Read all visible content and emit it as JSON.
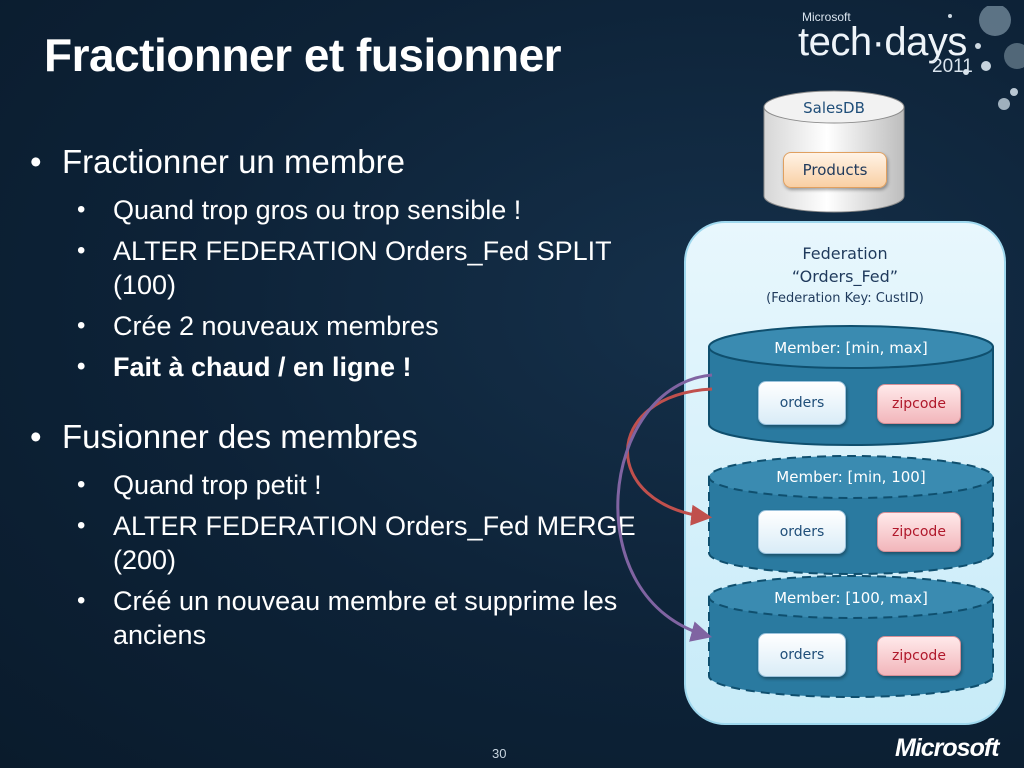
{
  "slide": {
    "title": "Fractionner et fusionner",
    "page_number": "30",
    "footer_logo": "Microsoft"
  },
  "logo": {
    "brand": "Microsoft",
    "word": "tech·days",
    "year": "2011"
  },
  "bullets": {
    "split": {
      "heading": "Fractionner un membre",
      "items": [
        "Quand trop gros ou trop sensible !",
        "ALTER FEDERATION Orders_Fed SPLIT (100)",
        "Crée 2 nouveaux membres",
        "Fait à chaud / en ligne !"
      ]
    },
    "merge": {
      "heading": "Fusionner des membres",
      "items": [
        "Quand trop petit !",
        "ALTER FEDERATION Orders_Fed MERGE (200)",
        "Créé un nouveau membre et supprime les anciens"
      ]
    }
  },
  "diagram": {
    "salesdb": {
      "label": "SalesDB",
      "table": "Products"
    },
    "federation": {
      "title": "Federation",
      "name": "“Orders_Fed”",
      "key": "(Federation Key: CustID)"
    },
    "members": [
      {
        "label": "Member: [min, max]",
        "tables": [
          "orders",
          "zipcode"
        ]
      },
      {
        "label": "Member: [min, 100]",
        "tables": [
          "orders",
          "zipcode"
        ]
      },
      {
        "label": "Member: [100, max]",
        "tables": [
          "orders",
          "zipcode"
        ]
      }
    ],
    "colors": {
      "split_arrow": "#c0504d",
      "merge_arrow": "#8064a2",
      "member_fill": "#2a7aa0",
      "federation_fill": "#d9f1fb"
    }
  }
}
